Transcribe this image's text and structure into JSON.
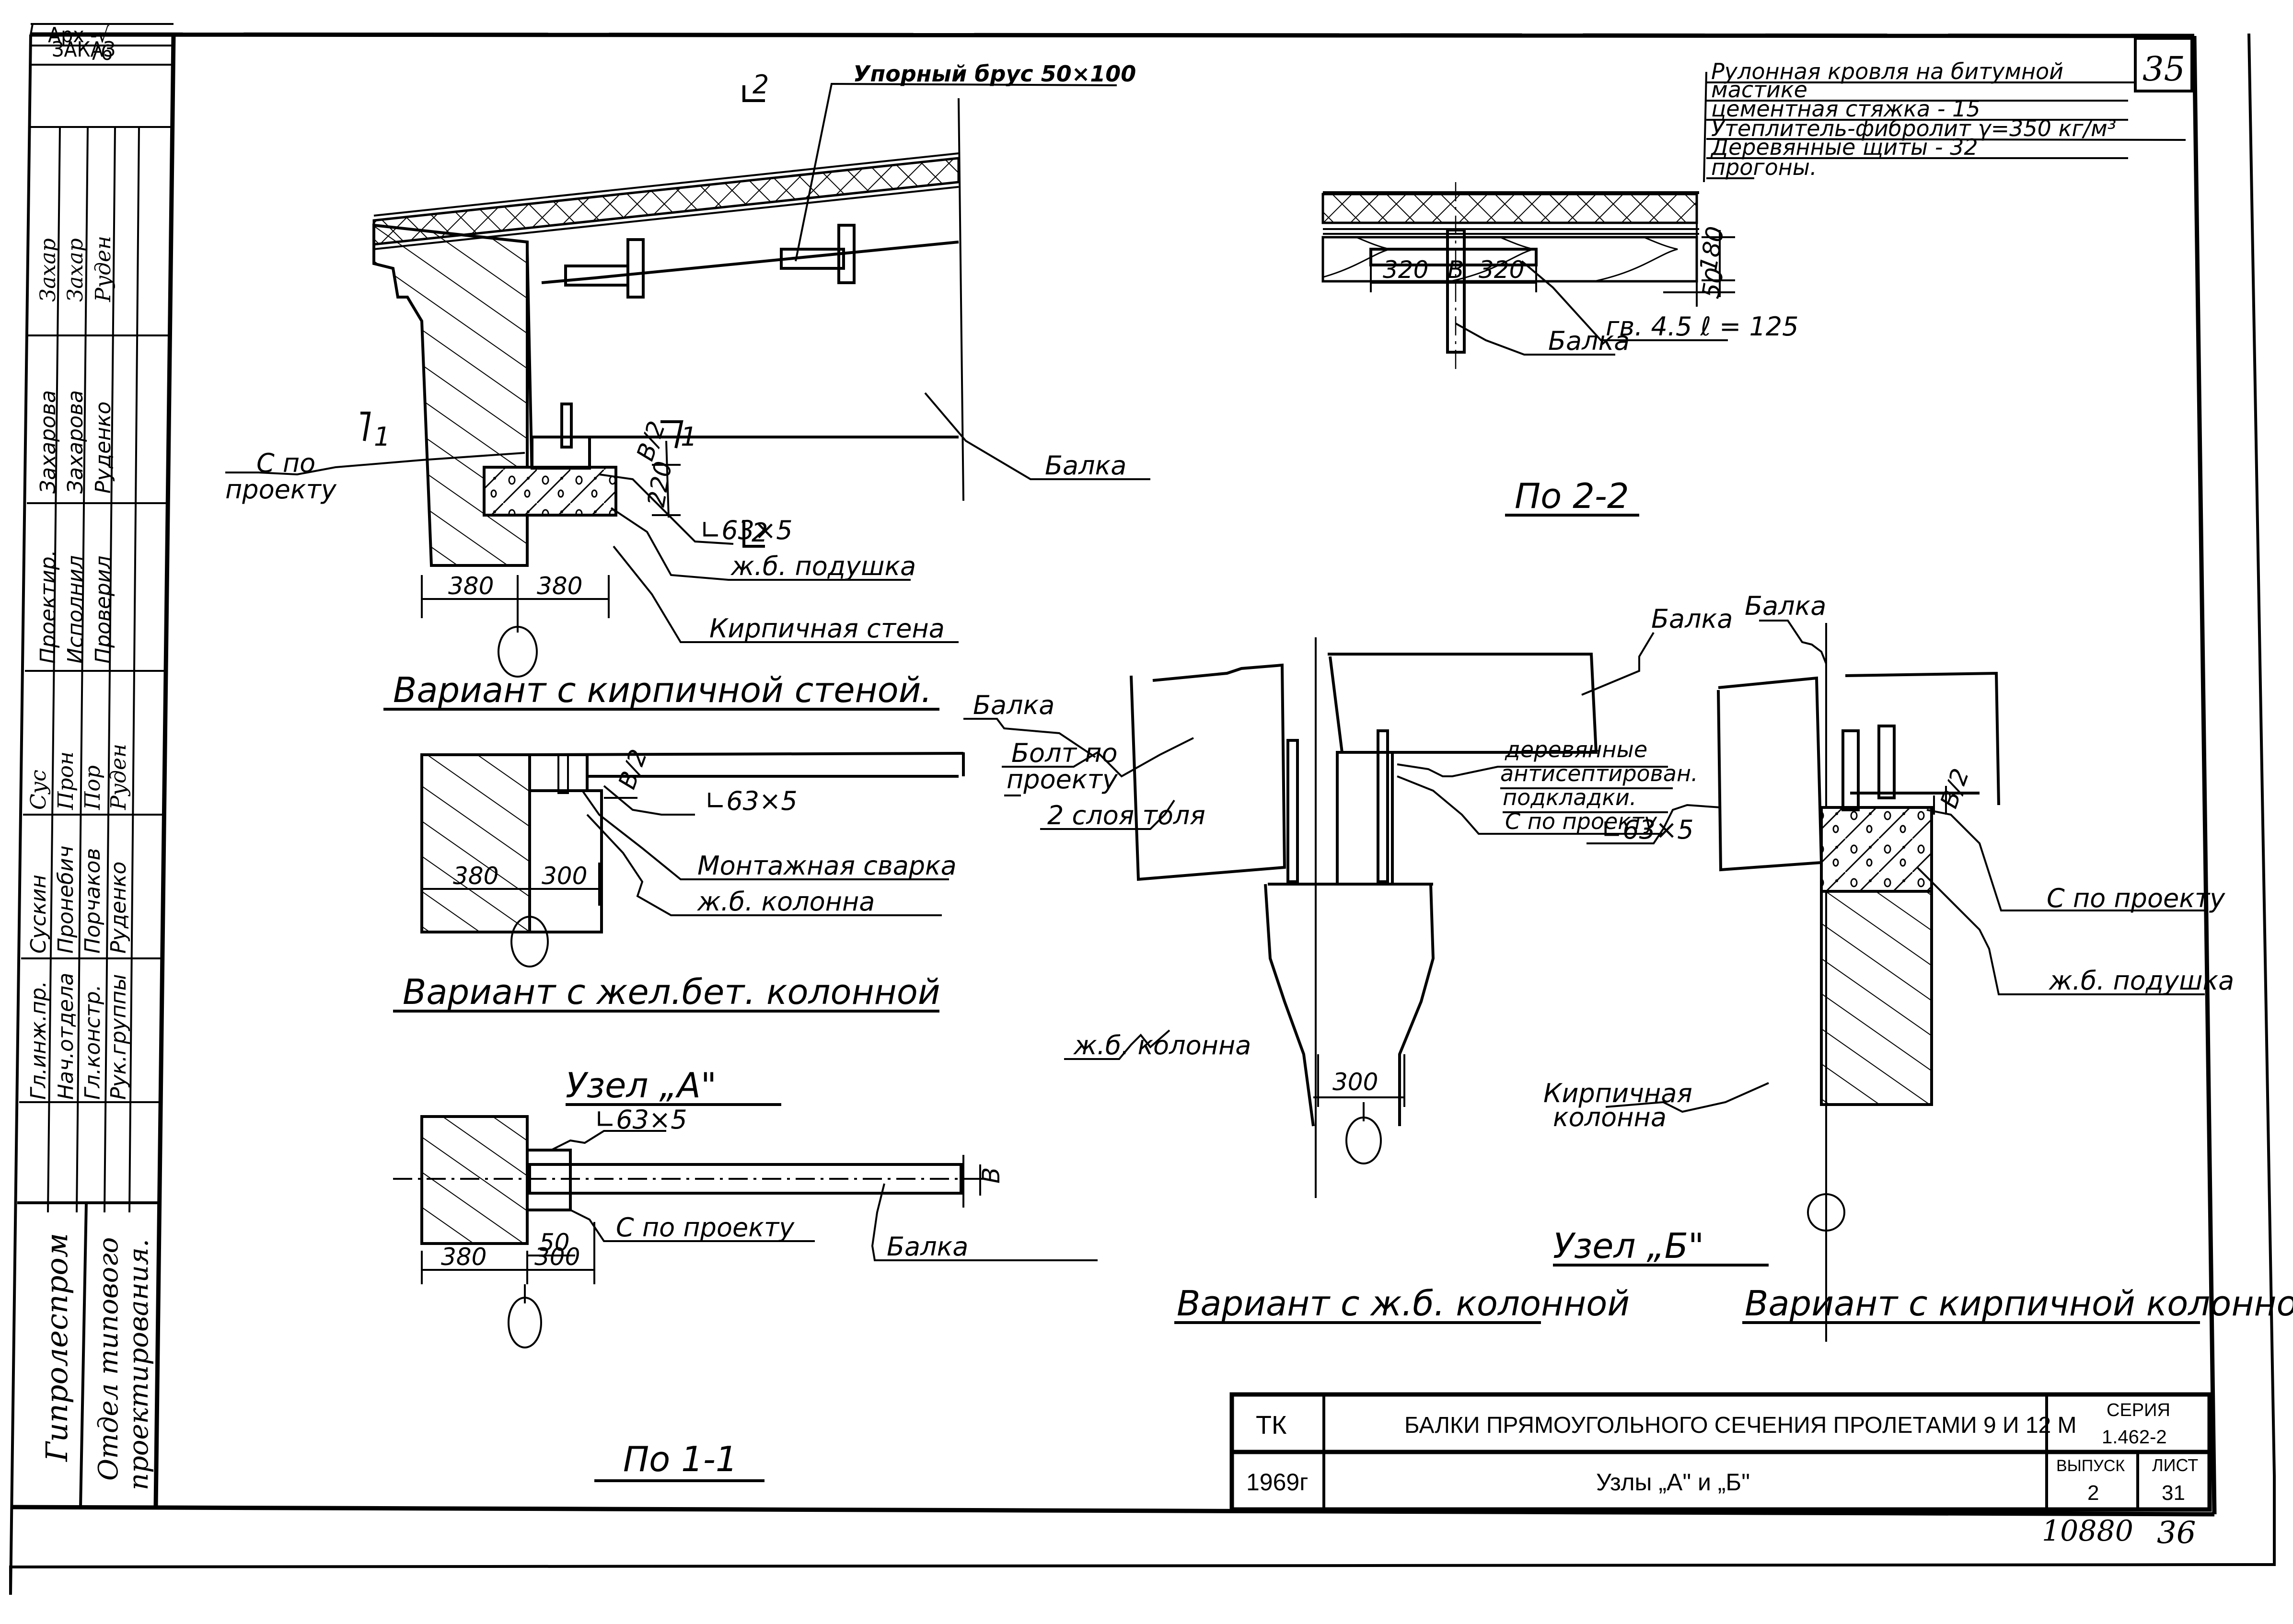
{
  "stamp": {
    "archive": "Арх -√",
    "order_label": "ЗАКАЗ",
    "order_number": "76",
    "rows": [
      {
        "role": "Проектир.",
        "name": "Захарова",
        "signature": "Захар"
      },
      {
        "role": "Исполнил",
        "name": "Захарова",
        "signature": "Захар"
      },
      {
        "role": "Проверил",
        "name": "Руденко",
        "signature": "Руден"
      },
      {
        "role": "Гл.инж.пр.",
        "name": "Сускин",
        "signature": "Сус"
      },
      {
        "role": "Нач.отдела",
        "name": "Пронебич",
        "signature": "Прон"
      },
      {
        "role": "Гл.констр.",
        "name": "Порчаков",
        "signature": "Пор"
      },
      {
        "role": "Рук.группы",
        "name": "Руденко",
        "signature": "Руден"
      }
    ],
    "organization": "Гипролеспром",
    "department_line1": "Отдел типового",
    "department_line2": "проектирования."
  },
  "sheet_corner_number": "35",
  "roof_layers": [
    "Рулонная кровля на битумной",
    "мастике",
    "цементная стяжка - 15",
    "Утеплитель-фибролит γ=350 кг/м³",
    "Деревянные щиты - 32",
    "прогоны."
  ],
  "node_a": {
    "title": "Узел „А\"",
    "brick_variant": {
      "caption": "Вариант с кирпичной стеной.",
      "stop_bar": "Упорный брус 50×100",
      "section_marks": {
        "s1_left": "1",
        "s1_right": "1",
        "s2_top": "2",
        "s2_bottom": "2"
      },
      "c_label_line1": "С по",
      "c_label_line2": "проекту",
      "angle": "∟63×5",
      "pad": "ж.б. подушка",
      "wall": "Кирпичная стена",
      "beam": "Балка",
      "dim_b2": "B/2",
      "dim_220": "220",
      "dims": [
        "380",
        "380"
      ]
    },
    "rc_variant": {
      "caption": "Вариант с жел.бет. колонной",
      "angle": "∟63×5",
      "welding": "Монтажная сварка",
      "column": "ж.б. колонна",
      "dim_b2": "B/2",
      "dims": [
        "380",
        "300"
      ]
    },
    "section_1_1": {
      "caption": "По 1-1",
      "angle": "∟63×5",
      "c_label": "С по проекту",
      "beam": "Балка",
      "dim_b": "B",
      "dims": [
        "380",
        "300",
        "50"
      ]
    }
  },
  "section_2_2": {
    "caption": "По 2-2",
    "nail": "гв. 4.5  ℓ = 125",
    "beam": "Балка",
    "dims": [
      "320",
      "B",
      "320"
    ],
    "dim_180": "180",
    "dim_50": "50"
  },
  "node_b": {
    "title": "Узел „Б\"",
    "rc_variant": {
      "caption": "Вариант с ж.б. колонной",
      "beam_left": "Балка",
      "beam_top": "Балка",
      "bolt_line1": "Болт по",
      "bolt_line2": "проекту",
      "felt": "2 слоя толя",
      "pads_line1": "деревянные",
      "pads_line2": "антисептирован.",
      "pads_line3": "подкладки.",
      "c_label": "С по проекту",
      "column": "ж.б. колонна",
      "dim": "300"
    },
    "brick_variant": {
      "caption": "Вариант с кирпичной колонной",
      "angle": "∟63×5",
      "c_label": "С по проекту",
      "pad": "ж.б. подушка",
      "column_line1": "Кирпичная",
      "column_line2": "колонна",
      "dim_b2": "B/2"
    }
  },
  "title_block": {
    "code": "ТК",
    "year": "1969г",
    "title": "БАЛКИ ПРЯМОУГОЛЬНОГО СЕЧЕНИЯ ПРОЛЕТАМИ 9 И 12 М",
    "subtitle": "Узлы „А\" и „Б\"",
    "series_label": "СЕРИЯ",
    "series_value": "1.462-2",
    "issue_label": "ВЫПУСК",
    "issue_value": "2",
    "sheet_label": "ЛИСТ",
    "sheet_value": "31",
    "archive_number": "10880",
    "page_number": "36"
  }
}
